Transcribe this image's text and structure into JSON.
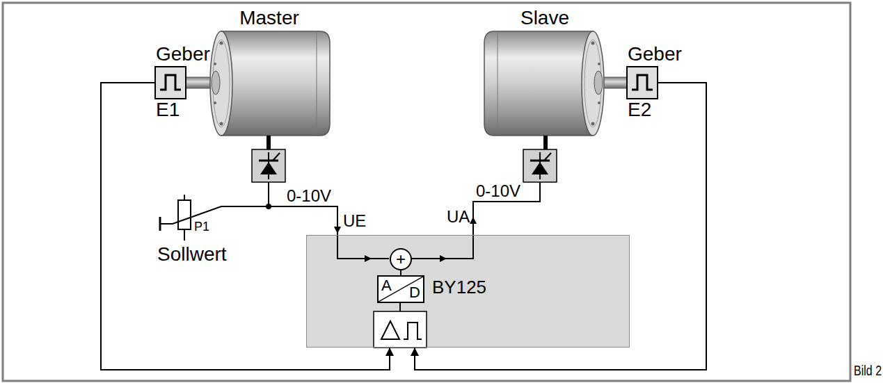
{
  "diagram": {
    "nodes": [
      {
        "text": [
          "Geber",
          "E1"
        ]
      },
      {
        "text": [
          "Master"
        ]
      },
      {
        "text": [
          "Slave"
        ]
      },
      {
        "text": [
          "Geber",
          "E2"
        ]
      },
      {
        "text": [
          "BY125"
        ]
      },
      {
        "text": [
          "+"
        ],
        "in": 4
      },
      {
        "text": [
          "A",
          "D"
        ],
        "in": 4
      }
    ],
    "edges": [
      {
        "from": 0,
        "to": 4,
        "arrow": "to"
      },
      {
        "from": 3,
        "to": 4,
        "arrow": "to"
      },
      {
        "from": 6,
        "to": 5,
        "arrow": "none"
      }
    ],
    "labels": [
      "0-10V",
      "0-10V",
      "UE",
      "UA",
      "P1",
      "Sollwert",
      "Bild 2"
    ]
  }
}
